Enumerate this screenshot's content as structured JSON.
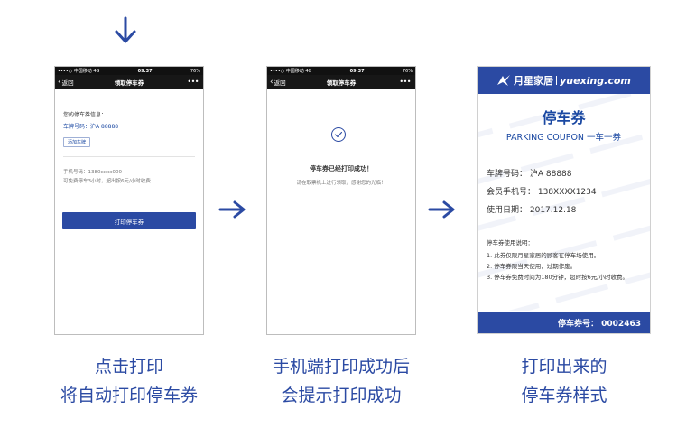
{
  "colors": {
    "accent_blue": "#2b4aa3",
    "link_blue": "#1a48a2",
    "status_dark": "#111111"
  },
  "icons": {
    "top_arrow": "arrow-down-icon",
    "step_arrow": "arrow-right-icon",
    "success": "check-circle-icon",
    "logo": "star-logo-icon"
  },
  "phone1": {
    "status": {
      "carrier": "••••○ 中国移动",
      "network": "4G",
      "time": "09:37",
      "battery": "76%"
    },
    "nav": {
      "back": "返回",
      "title": "领取停车券",
      "more": "•••"
    },
    "coupon_info_label": "您的停车券信息：",
    "plate_label": "车牌号码：沪A 88888",
    "add_plate_button": "添加车牌",
    "phone_label": "手机号码：1380xxxx000",
    "free_parking_note": "可免费停车3小时，超出按6元/小时收费",
    "print_button": "打印停车券"
  },
  "phone2": {
    "status": {
      "carrier": "••••○ 中国移动",
      "network": "4G",
      "time": "09:37",
      "battery": "76%"
    },
    "nav": {
      "back": "返回",
      "title": "领取停车券",
      "more": "•••"
    },
    "success_title": "停车券已经打印成功！",
    "success_subtitle": "请在取票机上进行领取，感谢您的光临！"
  },
  "coupon": {
    "logo_cn": "月星家居",
    "logo_en": "yuexing.com",
    "title": "停车券",
    "subtitle": "PARKING COUPON  一车一券",
    "plate": "车牌号码：  沪A 88888",
    "member_phone": "会员手机号：  138XXXX1234",
    "use_date": "使用日期：  2017.12.18",
    "notes_title": "停车券使用说明：",
    "notes": [
      "1. 此券仅限月星家居的顾客在停车场使用。",
      "2. 停车券限当天使用，过期作废。",
      "3. 停车券免费时间为180分钟，超时按6元/小时收费。"
    ],
    "footer": "停车券号：  0002463"
  },
  "captions": [
    {
      "line1": "点击打印",
      "line2": "将自动打印停车券"
    },
    {
      "line1": "手机端打印成功后",
      "line2": "会提示打印成功"
    },
    {
      "line1": "打印出来的",
      "line2": "停车券样式"
    }
  ]
}
